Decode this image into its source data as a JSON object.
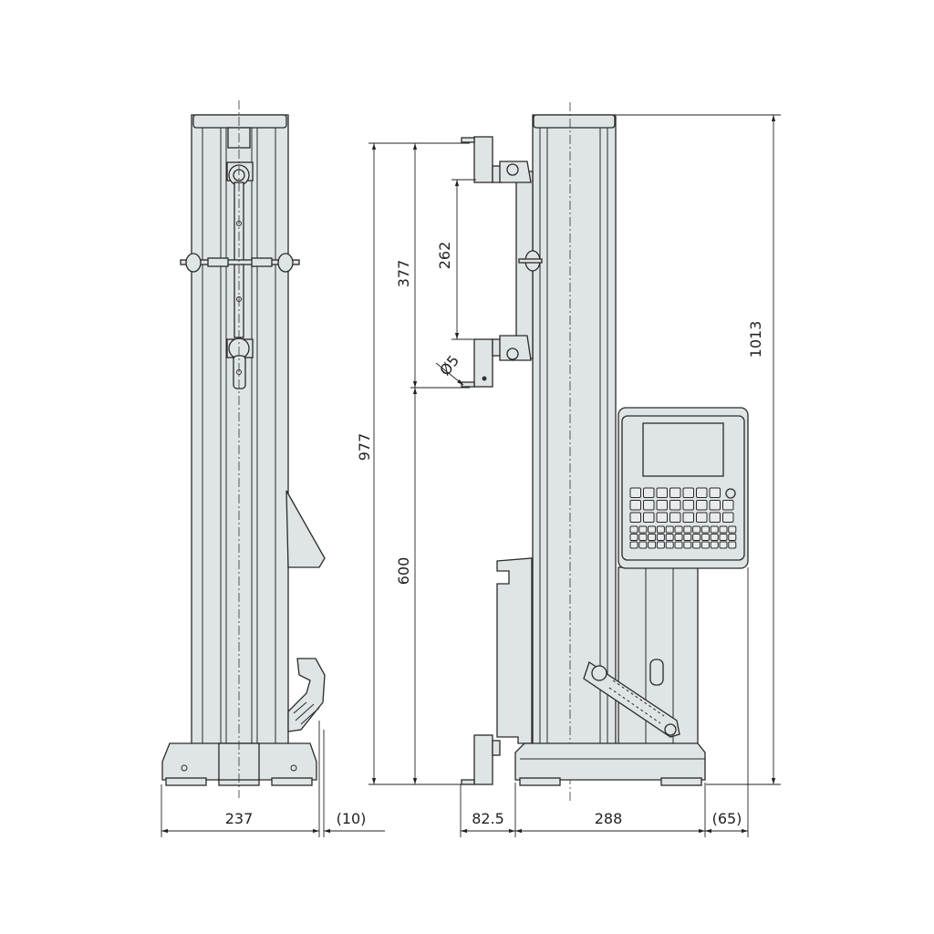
{
  "drawing": {
    "side_view": {
      "dimensions": {
        "base_width": "237",
        "handle_overhang": "(10)"
      }
    },
    "front_view": {
      "dimensions": {
        "total_height": "1013",
        "probe_max_height": "977",
        "probe_span_upper": "377",
        "probe_lower_height": "600",
        "probe_arm_spacing": "262",
        "probe_diameter": "Ø5",
        "probe_offset": "82.5",
        "base_depth": "288",
        "display_overhang": "(65)"
      }
    },
    "colors": {
      "fill": "#dfe4e4",
      "line": "#2a2a2a"
    }
  }
}
